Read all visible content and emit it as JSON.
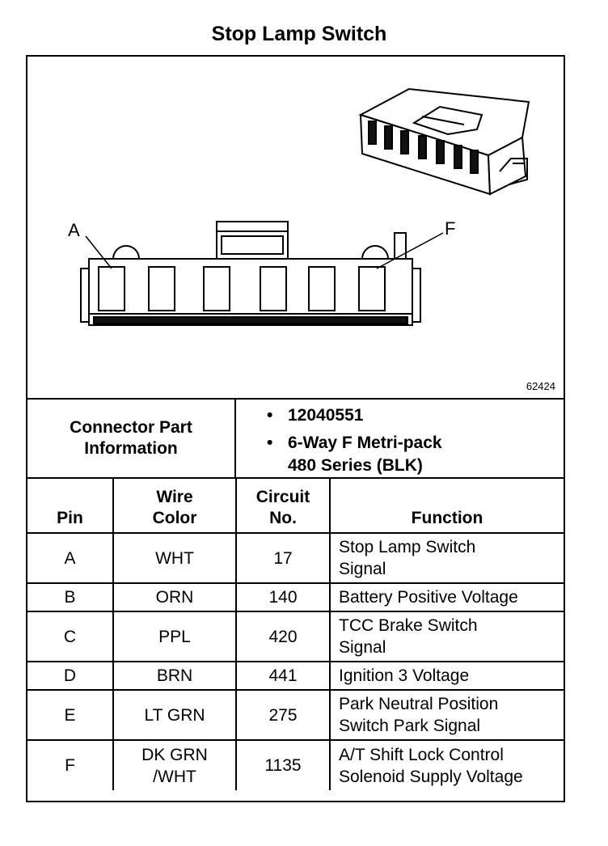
{
  "title": "Stop Lamp Switch",
  "diagram": {
    "pin_a_label": "A",
    "pin_f_label": "F",
    "figure_number": "62424"
  },
  "connector_info": {
    "label_line1": "Connector Part",
    "label_line2": "Information",
    "bullet": "•",
    "part_number": "12040551",
    "description_line1": "6-Way F Metri-pack",
    "description_line2": "480 Series (BLK)"
  },
  "table": {
    "headers": {
      "pin": "Pin",
      "wire_color_line1": "Wire",
      "wire_color_line2": "Color",
      "circuit_line1": "Circuit",
      "circuit_line2": "No.",
      "function": "Function"
    },
    "rows": [
      {
        "pin": "A",
        "wire": [
          "WHT"
        ],
        "circuit": "17",
        "function": [
          "Stop Lamp Switch",
          "Signal"
        ]
      },
      {
        "pin": "B",
        "wire": [
          "ORN"
        ],
        "circuit": "140",
        "function": [
          "Battery Positive Voltage"
        ]
      },
      {
        "pin": "C",
        "wire": [
          "PPL"
        ],
        "circuit": "420",
        "function": [
          "TCC Brake Switch",
          "Signal"
        ]
      },
      {
        "pin": "D",
        "wire": [
          "BRN"
        ],
        "circuit": "441",
        "function": [
          "Ignition 3 Voltage"
        ]
      },
      {
        "pin": "E",
        "wire": [
          "LT GRN"
        ],
        "circuit": "275",
        "function": [
          "Park Neutral Position",
          "Switch Park Signal"
        ]
      },
      {
        "pin": "F",
        "wire": [
          "DK GRN",
          "/WHT"
        ],
        "circuit": "1135",
        "function": [
          "A/T Shift Lock Control",
          "Solenoid Supply Voltage"
        ]
      }
    ]
  }
}
